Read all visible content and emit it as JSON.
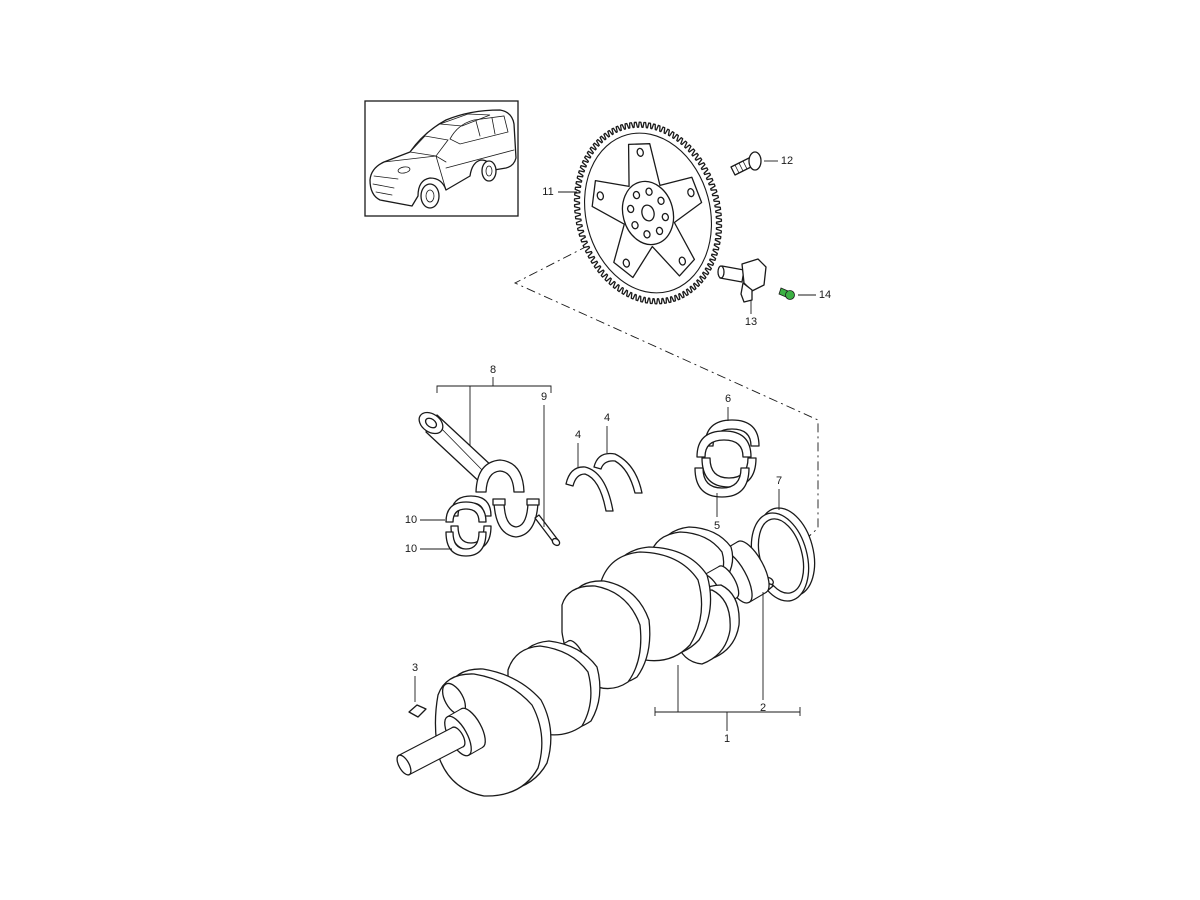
{
  "diagram": {
    "callouts": [
      "12",
      "11",
      "14",
      "13",
      "8",
      "9",
      "4",
      "4",
      "6",
      "10",
      "10",
      "5",
      "7",
      "3",
      "2",
      "1"
    ]
  },
  "colors": {
    "line": "#1a1a1a",
    "highlight": "#3cb043",
    "background": "#ffffff"
  }
}
